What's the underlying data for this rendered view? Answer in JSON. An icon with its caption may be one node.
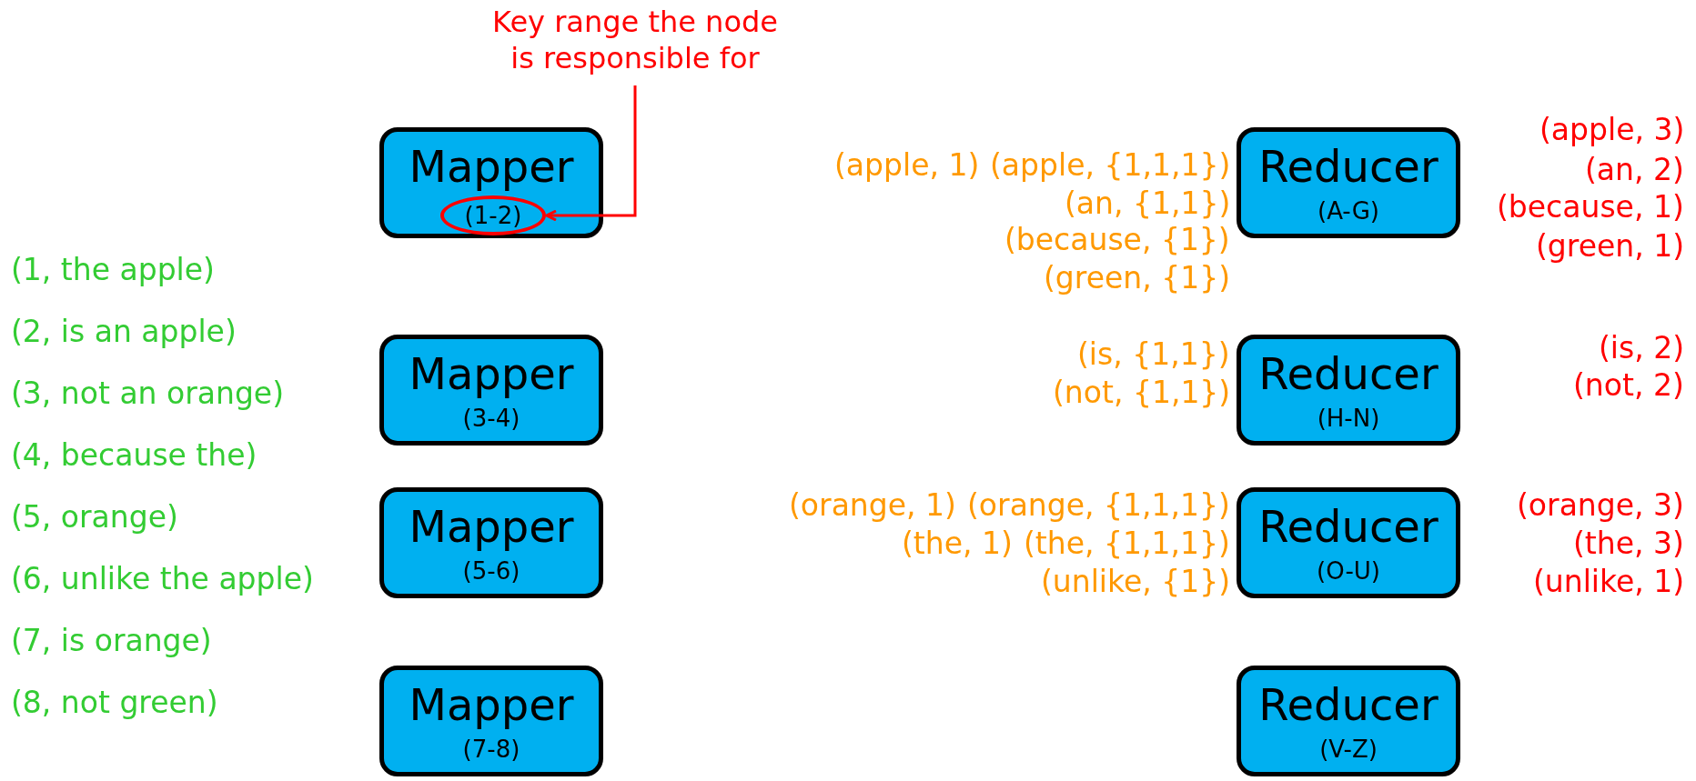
{
  "diagram": {
    "nodes": [
      {
        "text": [
          "Key range the node is responsible for"
        ]
      },
      {
        "text": [
          "Mapper"
        ]
      },
      {
        "text": [
          "(1-2)"
        ],
        "in": 1
      },
      {
        "text": [
          "Reducer",
          "(A-G)"
        ]
      },
      {
        "text": [
          "Mapper",
          "(3-4)"
        ]
      },
      {
        "text": [
          "Reducer",
          "(H-N)"
        ]
      },
      {
        "text": [
          "Mapper",
          "(5-6)"
        ]
      },
      {
        "text": [
          "Reducer",
          "(O-U)"
        ]
      },
      {
        "text": [
          "Mapper",
          "(7-8)"
        ]
      },
      {
        "text": [
          "Reducer",
          "(V-Z)"
        ]
      }
    ],
    "edges": [
      {
        "from": 0,
        "to": 2,
        "arrow": "to"
      }
    ],
    "labels": [
      "(1, the apple)",
      "(2, is an apple)",
      "(3, not an orange)",
      "(4, because the)",
      "(5, orange)",
      "(6, unlike the apple)",
      "(7, is orange)",
      "(8, not green)",
      "(apple, 1)",
      "(apple, {1,1,1})",
      "(an, {1,1})",
      "(because, {1})",
      "(green, {1})",
      "(is, {1,1})",
      "(not, {1,1})",
      "(orange, 1)",
      "(orange, {1,1,1})",
      "(the, 1)",
      "(the, {1,1,1})",
      "(unlike, {1})",
      "(apple, 3)",
      "(an, 2)",
      "(because, 1)",
      "(green, 1)",
      "(is, 2)",
      "(not, 2)",
      "(orange, 3)",
      "(the, 3)",
      "(unlike, 1)"
    ]
  }
}
